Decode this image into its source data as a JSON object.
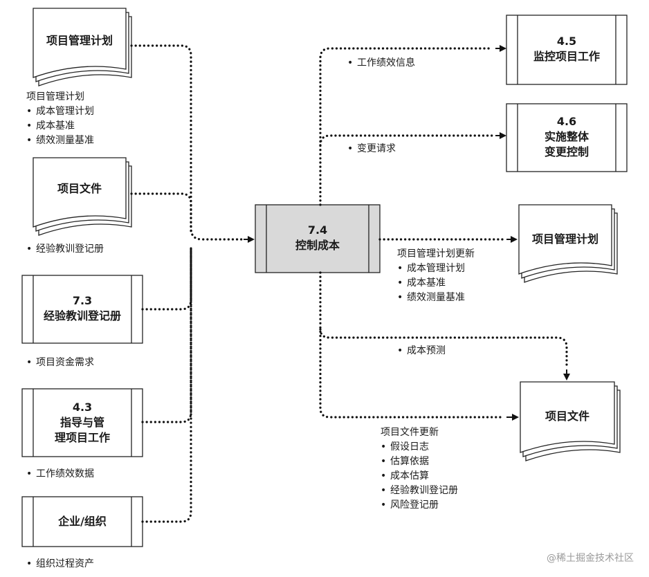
{
  "center": {
    "code": "7.4",
    "title": "控制成本",
    "fill": "#d9d9d9"
  },
  "inputs": {
    "project_plan": {
      "title": "项目管理计划",
      "heading": "项目管理计划",
      "items": [
        "成本管理计划",
        "成本基准",
        "绩效测量基准"
      ]
    },
    "project_docs": {
      "title": "项目文件",
      "items": [
        "经验教训登记册"
      ]
    },
    "p73": {
      "code": "7.3",
      "title": "经验教训登记册",
      "items": [
        "项目资金需求"
      ]
    },
    "p43": {
      "code": "4.3",
      "title_line1": "指导与管",
      "title_line2": "理项目工作",
      "items": [
        "工作绩效数据"
      ]
    },
    "org": {
      "title": "企业/组织",
      "items": [
        "组织过程资产"
      ]
    }
  },
  "outputs": {
    "p45": {
      "code": "4.5",
      "title": "监控项目工作",
      "label": "工作绩效信息"
    },
    "p46": {
      "code": "4.6",
      "title_line1": "实施整体",
      "title_line2": "变更控制",
      "label": "变更请求"
    },
    "plan_updates": {
      "title": "项目管理计划",
      "heading": "项目管理计划更新",
      "items": [
        "成本管理计划",
        "成本基准",
        "绩效测量基准"
      ]
    },
    "forecast": {
      "label": "成本预测"
    },
    "doc_updates": {
      "title": "项目文件",
      "heading": "项目文件更新",
      "items": [
        "假设日志",
        "估算依据",
        "成本估算",
        "经验教训登记册",
        "风险登记册"
      ]
    }
  },
  "watermark": "@稀土掘金技术社区"
}
